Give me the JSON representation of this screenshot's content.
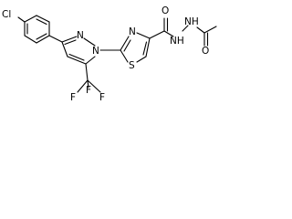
{
  "molecule": {
    "atom_labels": {
      "chlorine": "Cl",
      "pyrazole_n1": "N",
      "pyrazole_n2": "N",
      "thiazole_n": "N",
      "thiazole_s": "S",
      "carbonyl_o_amide": "O",
      "hydrazide_nh1": "NH",
      "hydrazide_nh2": "NH",
      "carbonyl_o_acetyl": "O",
      "cf3_f_top": "F",
      "cf3_f_left": "F",
      "cf3_f_right": "F"
    }
  }
}
